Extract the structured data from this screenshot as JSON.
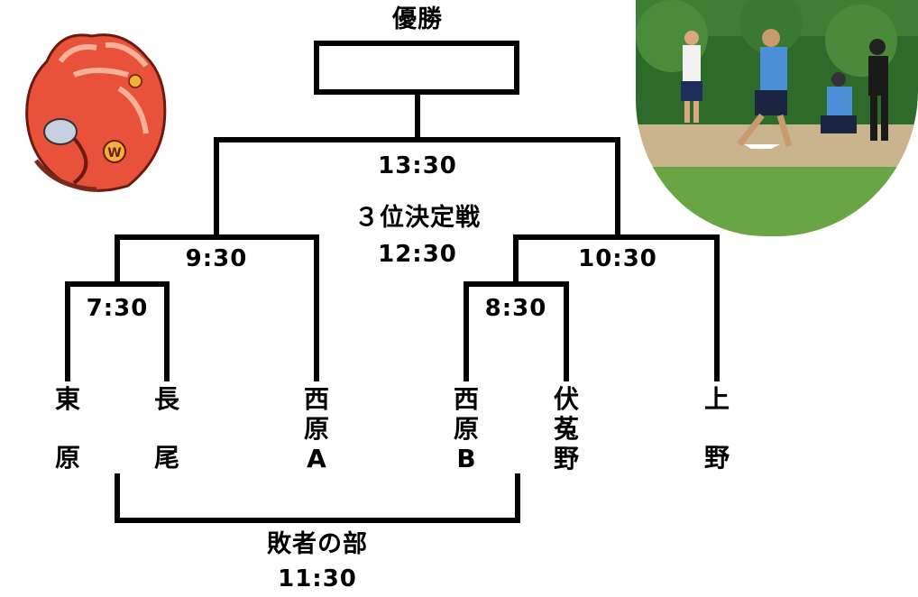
{
  "title": "優勝",
  "final_time": "13:30",
  "third_place": {
    "label": "３位決定戦",
    "time": "12:30"
  },
  "semi_left_time": "9:30",
  "semi_right_time": "10:30",
  "qf_left_time": "7:30",
  "qf_right_time": "8:30",
  "losers": {
    "label": "敗者の部",
    "time": "11:30"
  },
  "teams": [
    {
      "top": "東",
      "bottom": "原"
    },
    {
      "top": "長",
      "bottom": "尾"
    },
    {
      "lines": [
        "西",
        "原",
        "A"
      ]
    },
    {
      "lines": [
        "西",
        "原",
        "B"
      ]
    },
    {
      "lines": [
        "伏",
        "菟",
        "野"
      ]
    },
    {
      "top": "上",
      "bottom": "野"
    }
  ],
  "images": {
    "glove": "baseball-glove-illustration",
    "photo": "baseball-batter-photo"
  },
  "colors": {
    "line": "#000000",
    "glove": "#e8523a",
    "grass": "#5f9b3a"
  }
}
